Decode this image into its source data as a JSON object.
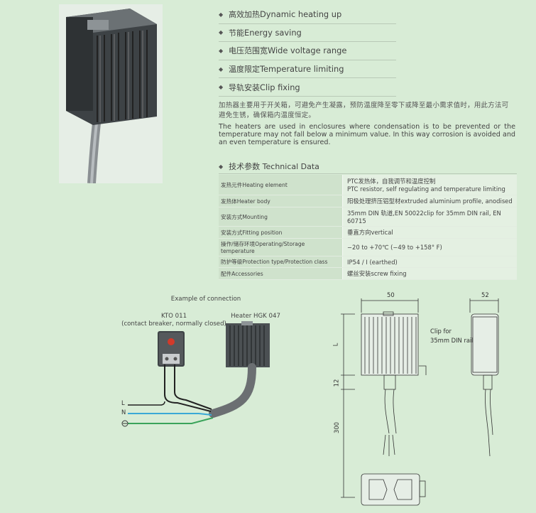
{
  "features": [
    {
      "cn": "高效加热",
      "en": "Dynamic heating up"
    },
    {
      "cn": "节能",
      "en": "Energy saving"
    },
    {
      "cn": "电压范围宽",
      "en": "Wide voltage range"
    },
    {
      "cn": "温度限定",
      "en": "Temperature limiting"
    },
    {
      "cn": "导轨安装",
      "en": "Clip fixing"
    }
  ],
  "description_cn": "加热器主要用于开关箱，可避免产生凝露，预防温度降至零下或降至最小需求值时，用此方法可避免生锈，确保箱内温度恒定。",
  "description_en": "The heaters are used in enclosures where condensation is to be prevented or the temperature may not fall below a minimum value. In this way corrosion is avoided and an even temperature is ensured.",
  "tech": {
    "heading_cn": "技术参数",
    "heading_en": "Technical Data",
    "rows": [
      {
        "key": "发热元件Heating element",
        "value": "PTC发热体，自我调节和温度控制",
        "value2": "PTC resistor, self regulating and temperature limiting"
      },
      {
        "key": "发热体Heater body",
        "value": "阳极处理挤压铝型材extruded aluminium profile, anodised",
        "value2": ""
      },
      {
        "key": "安装方式Mounting",
        "value": "35mm DIN 轨道,EN 50022clip for 35mm DIN rail, EN 60715",
        "value2": ""
      },
      {
        "key": "安装方式Fitting position",
        "value": "垂直方向vertical",
        "value2": ""
      },
      {
        "key": "操作/储存环境Operating/Storage temperature",
        "value": "−20 to +70℃ (−49 to +158° F)",
        "value2": ""
      },
      {
        "key": "防护等级Protection type/Protection class",
        "value": "IP54 / I (earthed)",
        "value2": ""
      },
      {
        "key": "配件Accessories",
        "value": "螺丝安装screw fixing",
        "value2": ""
      }
    ]
  },
  "connection": {
    "title": "Example of connection",
    "kto_label": "KTO 011",
    "kto_sub": "(contact breaker, normally closed)",
    "heater_label": "Heater HGK 047",
    "wire_l": "L",
    "wire_n": "N"
  },
  "dimensions": {
    "width": "50",
    "depth": "52",
    "length": "L",
    "gap": "12",
    "cable": "300",
    "clip_note_1": "Clip for",
    "clip_note_2": "35mm DIN rail"
  },
  "colors": {
    "background": "#d8ecd6",
    "table_key": "#cfe2cc",
    "table_value": "#e4f0e2",
    "wire_n": "#3aa9d6",
    "wire_pe": "#3aa35a",
    "thermostat_dial": "#d23a2a"
  }
}
